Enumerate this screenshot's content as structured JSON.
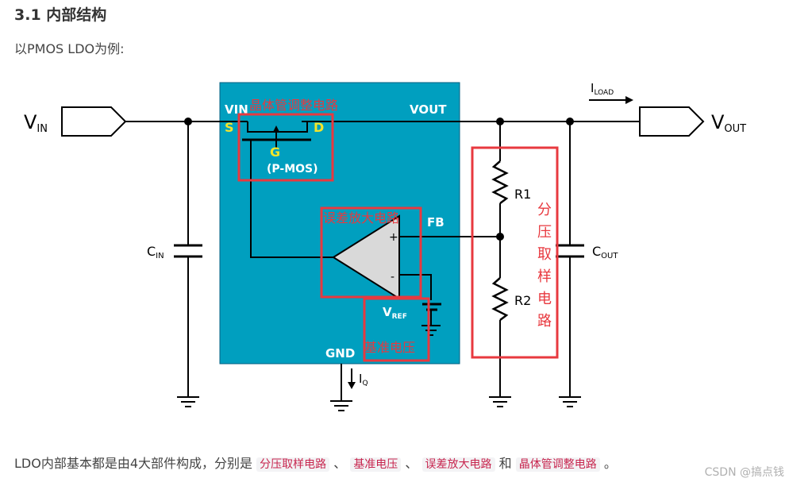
{
  "heading": "3.1 内部结构",
  "intro": "以PMOS LDO为例:",
  "diagram": {
    "vin_main": "V",
    "vin_sub": "IN",
    "vout_main": "V",
    "vout_sub": "OUT",
    "iload_main": "I",
    "iload_sub": "LOAD",
    "cin_main": "C",
    "cin_sub": "IN",
    "cout_main": "C",
    "cout_sub": "OUT",
    "vref_main": "V",
    "vref_sub": "REF",
    "iq_main": "I",
    "iq_sub": "Q",
    "pin_vin": "VIN",
    "pin_vout": "VOUT",
    "pin_fb": "FB",
    "pin_gnd": "GND",
    "mos_s": "S",
    "mos_d": "D",
    "mos_g": "G",
    "mos_label": "(P-MOS)",
    "r1": "R1",
    "r2": "R2",
    "plus": "+",
    "minus": "-",
    "ann_pass": "晶体管调整电路",
    "ann_amp": "误差放大电路",
    "ann_ref": "基准电压",
    "ann_divider_chars": [
      "分",
      "压",
      "取",
      "样",
      "电",
      "路"
    ]
  },
  "summary": {
    "prefix": "LDO内部基本都是由4大部件构成，分别是",
    "tag1": "分压取样电路",
    "sep1": "、",
    "tag2": "基准电压",
    "sep2": "、",
    "tag3": "误差放大电路",
    "and": "和",
    "tag4": "晶体管调整电路",
    "end": "。"
  },
  "watermark": "CSDN @搞点钱",
  "colors": {
    "chip": "#009fbf",
    "annotation": "#e8393f",
    "wire": "#000000"
  }
}
